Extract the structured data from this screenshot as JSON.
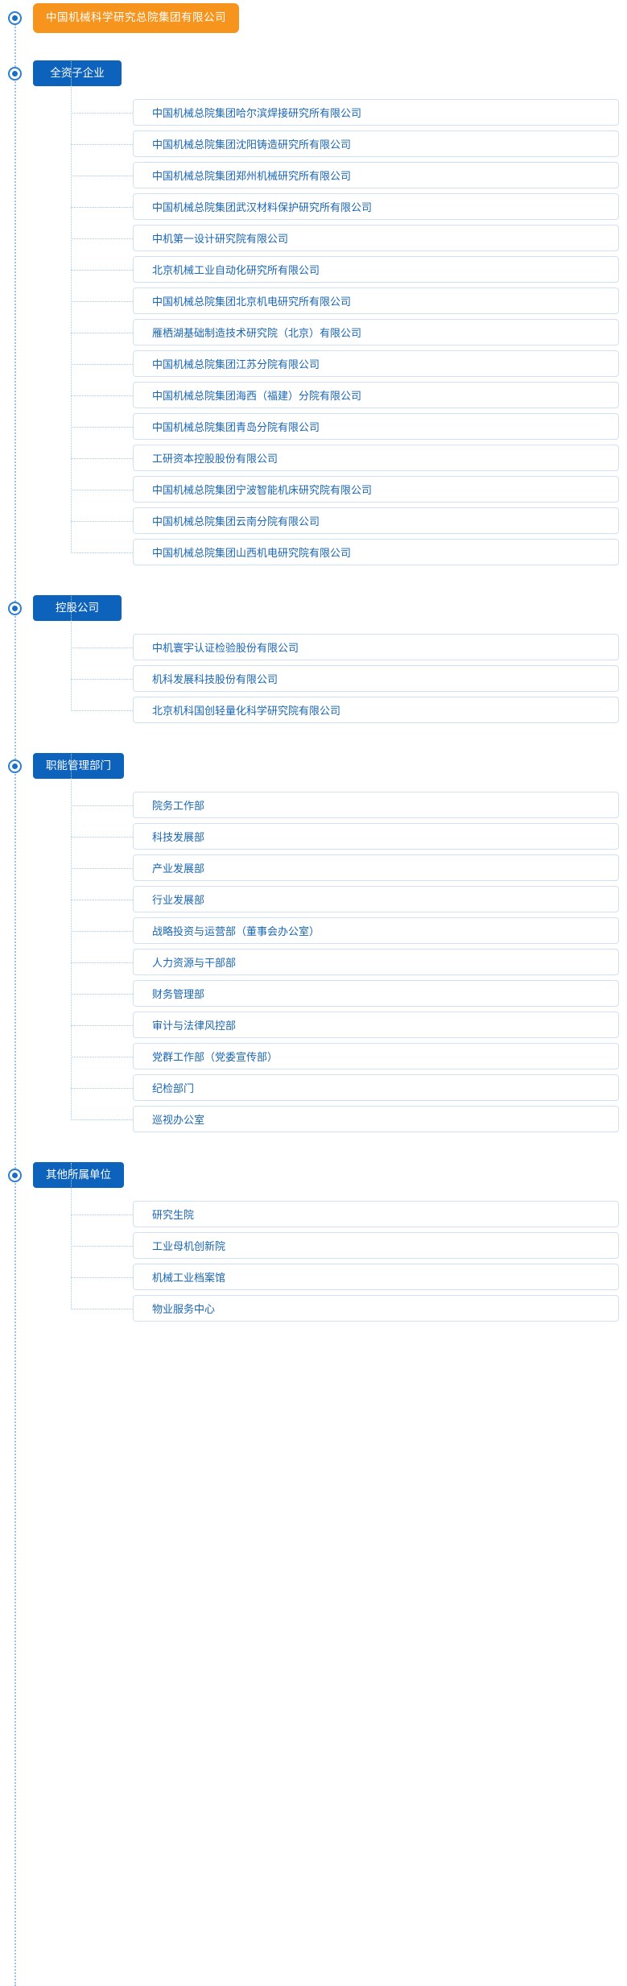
{
  "root": {
    "label": "中国机械科学研究总院集团有限公司",
    "color": "#f7941d"
  },
  "theme": {
    "category_color": "#0d62bb",
    "item_text_color": "#1966b3",
    "item_border_color": "#cfe1f3",
    "connector_color": "#a8c8e8"
  },
  "groups": [
    {
      "label": "全资子企业",
      "items": [
        "中国机械总院集团哈尔滨焊接研究所有限公司",
        "中国机械总院集团沈阳铸造研究所有限公司",
        "中国机械总院集团郑州机械研究所有限公司",
        "中国机械总院集团武汉材料保护研究所有限公司",
        "中机第一设计研究院有限公司",
        "北京机械工业自动化研究所有限公司",
        "中国机械总院集团北京机电研究所有限公司",
        "雁栖湖基础制造技术研究院（北京）有限公司",
        "中国机械总院集团江苏分院有限公司",
        "中国机械总院集团海西（福建）分院有限公司",
        "中国机械总院集团青岛分院有限公司",
        "工研资本控股股份有限公司",
        "中国机械总院集团宁波智能机床研究院有限公司",
        "中国机械总院集团云南分院有限公司",
        "中国机械总院集团山西机电研究院有限公司"
      ]
    },
    {
      "label": "控股公司",
      "items": [
        "中机寰宇认证检验股份有限公司",
        "机科发展科技股份有限公司",
        "北京机科国创轻量化科学研究院有限公司"
      ]
    },
    {
      "label": "职能管理部门",
      "items": [
        "院务工作部",
        "科技发展部",
        "产业发展部",
        "行业发展部",
        "战略投资与运营部（董事会办公室）",
        "人力资源与干部部",
        "财务管理部",
        "审计与法律风控部",
        "党群工作部（党委宣传部）",
        "纪检部门",
        "巡视办公室"
      ]
    },
    {
      "label": "其他所属单位",
      "items": [
        "研究生院",
        "工业母机创新院",
        "机械工业档案馆",
        "物业服务中心"
      ]
    }
  ]
}
